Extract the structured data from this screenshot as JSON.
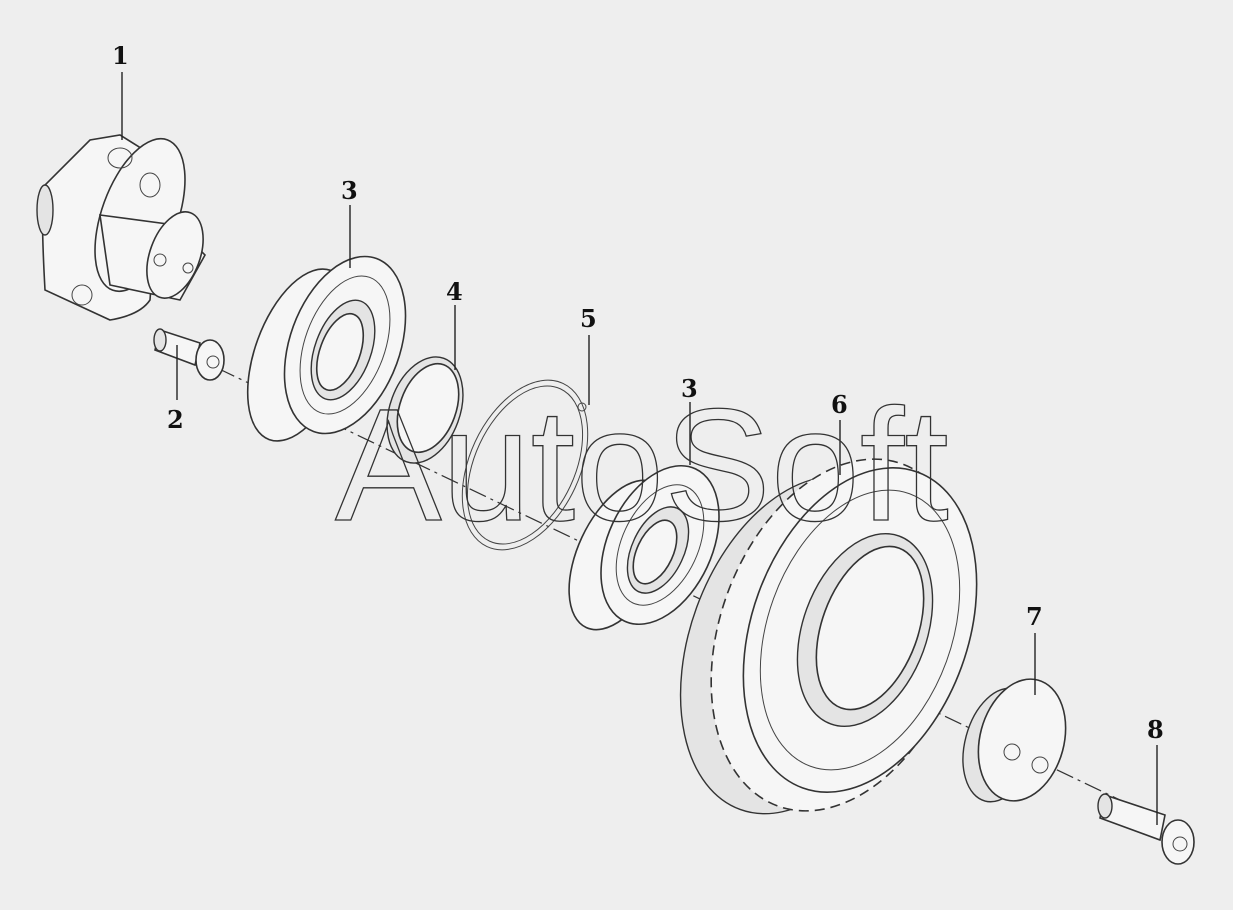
{
  "callouts": {
    "c1": "1",
    "c2": "2",
    "c3a": "3",
    "c4": "4",
    "c5": "5",
    "c3b": "3",
    "c6": "6",
    "c7": "7",
    "c8": "8"
  },
  "watermark": "AutoSoft"
}
